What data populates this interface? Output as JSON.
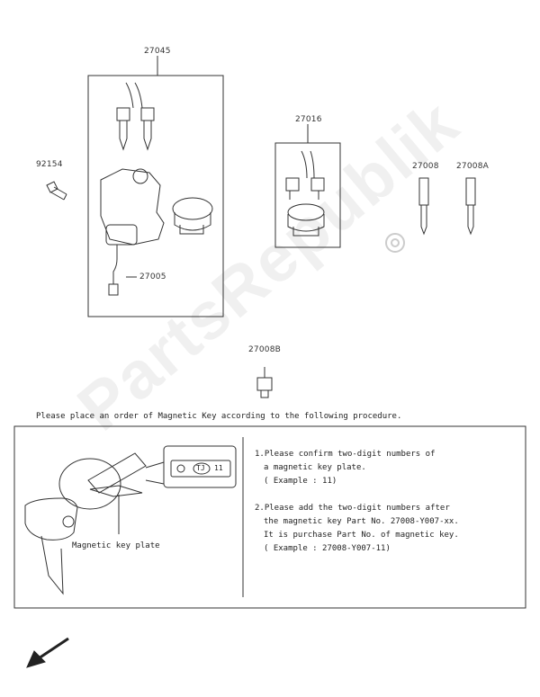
{
  "parts": {
    "ignition_assy": "27045",
    "switch_assy": "27016",
    "screw": "92154",
    "ignition_switch": "27005",
    "key_blank": "27008",
    "key_blank_a": "27008A",
    "key_blank_b": "27008B"
  },
  "instruction_header": "Please place an order of Magnetic Key according to the following procedure.",
  "steps": {
    "step1_line1": "1.Please confirm two-digit numbers of",
    "step1_line2": "a magnetic key plate.",
    "step1_line3": "( Example : 11)",
    "step2_line1": "2.Please add the  two-digit numbers after",
    "step2_line2": "the magnetic key Part No. 27008-Y007-xx.",
    "step2_line3": "It is purchase Part No. of magnetic key.",
    "step2_line4": "( Example : 27008-Y007-11)"
  },
  "plate": {
    "label": "Magnetic key plate",
    "tag_code": "TJ",
    "tag_number": "11"
  },
  "watermark": "PartsRepublik"
}
